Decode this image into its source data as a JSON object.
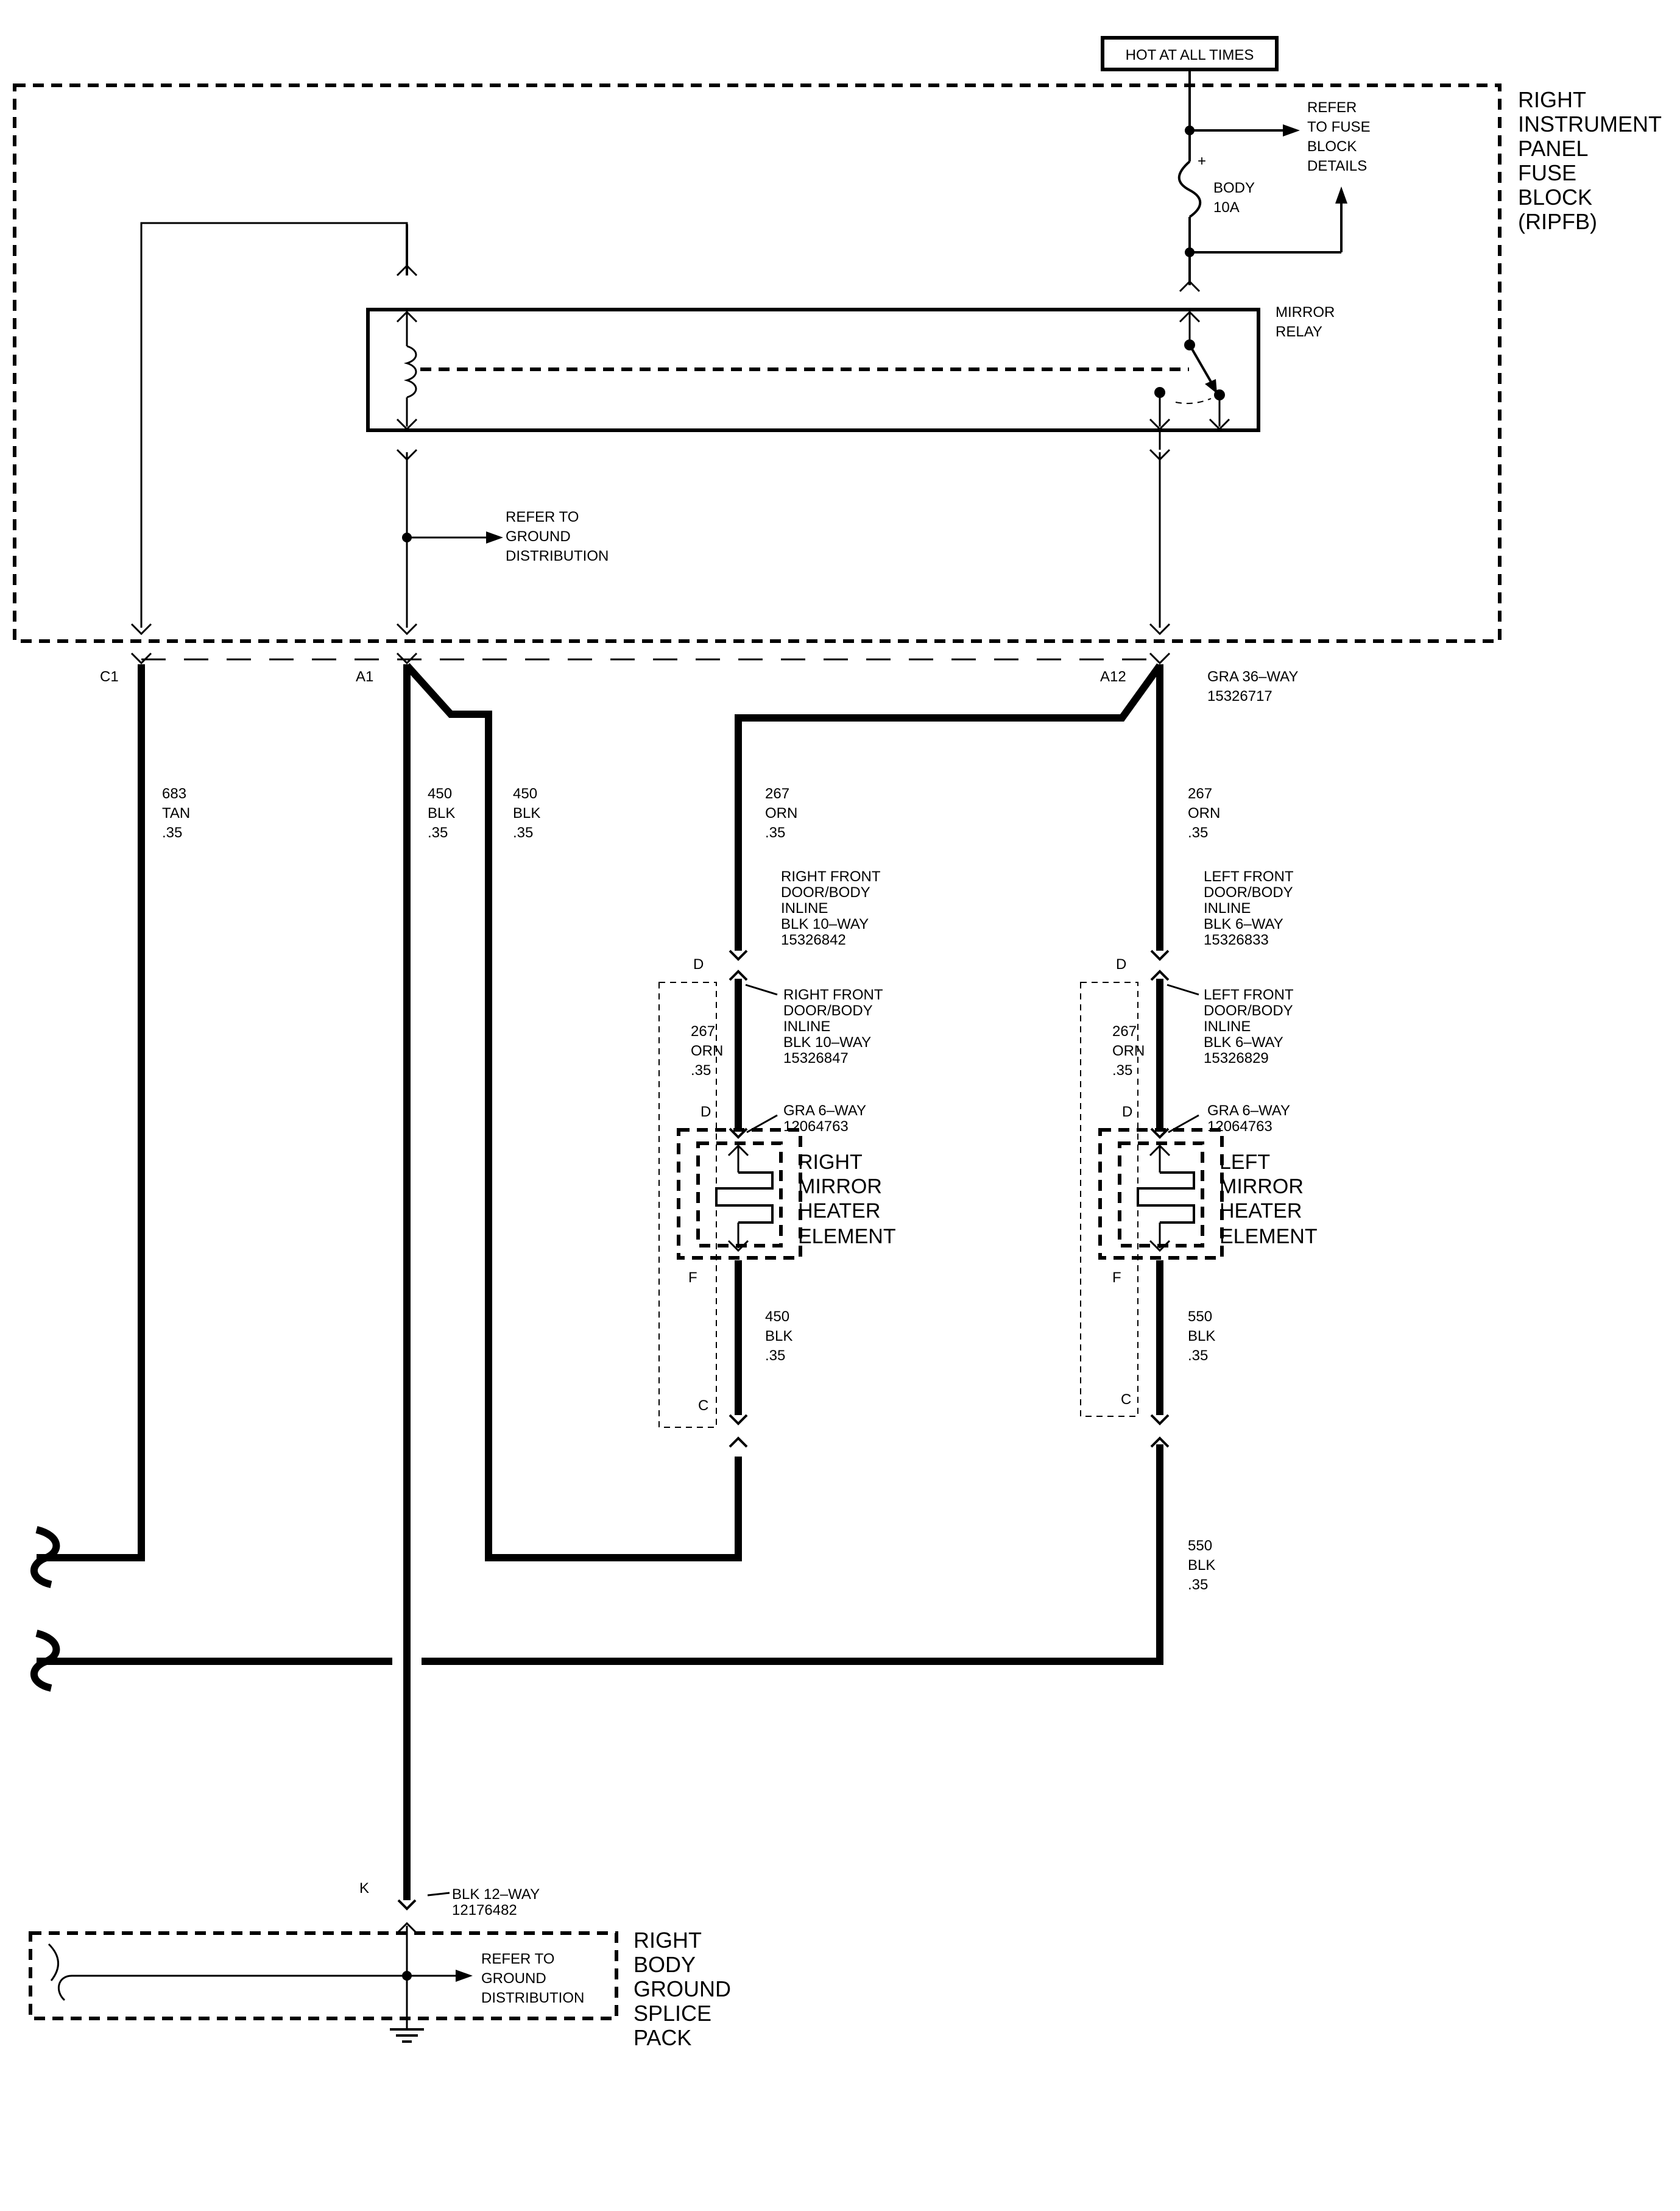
{
  "supply": {
    "label": "HOT AT ALL TIMES"
  },
  "fuse_block": {
    "title_lines": [
      "RIGHT",
      "INSTRUMENT",
      "PANEL",
      "FUSE",
      "BLOCK",
      "(RIPFB)"
    ],
    "refer_fuse_lines": [
      "REFER",
      "TO FUSE",
      "BLOCK",
      "DETAILS"
    ],
    "fuse_lines": [
      "BODY",
      "10A"
    ],
    "fuse_plus": "+",
    "relay_lines": [
      "MIRROR",
      "RELAY"
    ],
    "refer_ground_lines": [
      "REFER TO",
      "GROUND",
      "DISTRIBUTION"
    ]
  },
  "connector_main": {
    "pins": {
      "c1": "C1",
      "a1": "A1",
      "a12": "A12"
    },
    "lines": [
      "GRA 36–WAY",
      "15326717"
    ]
  },
  "wires": {
    "w683": [
      "683",
      "TAN",
      ".35"
    ],
    "w450a": [
      "450",
      "BLK",
      ".35"
    ],
    "w450b": [
      "450",
      "BLK",
      ".35"
    ],
    "w267_top_right": [
      "267",
      "ORN",
      ".35"
    ],
    "w267_top_left": [
      "267",
      "ORN",
      ".35"
    ],
    "w267_mid_right": [
      "267",
      "ORN",
      ".35"
    ],
    "w267_mid_left": [
      "267",
      "ORN",
      ".35"
    ],
    "w450_heater": [
      "450",
      "BLK",
      ".35"
    ],
    "w550_heater": [
      "550",
      "BLK",
      ".35"
    ],
    "w550_lower": [
      "550",
      "BLK",
      ".35"
    ]
  },
  "right_side": {
    "inline_upper": [
      "RIGHT FRONT",
      "DOOR/BODY",
      "INLINE",
      "BLK 10–WAY",
      "15326842"
    ],
    "inline_lower": [
      "RIGHT FRONT",
      "DOOR/BODY",
      "INLINE",
      "BLK 10–WAY",
      "15326847"
    ],
    "pin_d1": "D",
    "pin_d2": "D",
    "pin_f": "F",
    "pin_c": "C",
    "conn_lines": [
      "GRA 6–WAY",
      "12064763"
    ],
    "element_lines": [
      "RIGHT",
      "MIRROR",
      "HEATER",
      "ELEMENT"
    ]
  },
  "left_side": {
    "inline_upper": [
      "LEFT FRONT",
      "DOOR/BODY",
      "INLINE",
      "BLK 6–WAY",
      "15326833"
    ],
    "inline_lower": [
      "LEFT FRONT",
      "DOOR/BODY",
      "INLINE",
      "BLK 6–WAY",
      "15326829"
    ],
    "pin_d1": "D",
    "pin_d2": "D",
    "pin_f": "F",
    "pin_c": "C",
    "conn_lines": [
      "GRA 6–WAY",
      "12064763"
    ],
    "element_lines": [
      "LEFT",
      "MIRROR",
      "HEATER",
      "ELEMENT"
    ]
  },
  "ground": {
    "pin": "K",
    "conn_lines": [
      "BLK 12–WAY",
      "12176482"
    ],
    "refer_lines": [
      "REFER TO",
      "GROUND",
      "DISTRIBUTION"
    ],
    "splice_lines": [
      "RIGHT",
      "BODY",
      "GROUND",
      "SPLICE",
      "PACK"
    ]
  }
}
